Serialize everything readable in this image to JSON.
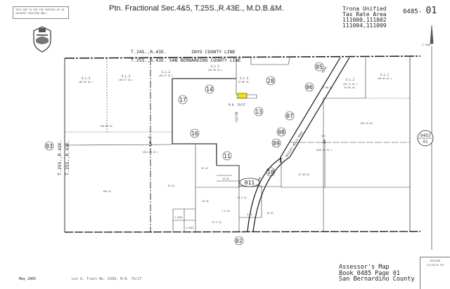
{
  "header": {
    "disclaimer": "THIS MAP IS FOR THE PURPOSE OF AD VALOREM TAXATION ONLY.",
    "title": "Ptn. Fractional Sec.4&5, T.25S.,R.43E., M.D.B.&M.",
    "district": "Trona Unified",
    "tax_rate_area_label": "Tax Rate Area",
    "tax_rate_areas_1": "111000,111002",
    "tax_rate_areas_2": "111004,111009",
    "map_number_book": "0485-",
    "map_number_page": "01",
    "scale": "1\"=800'"
  },
  "footer": {
    "date": "May 2005",
    "reference": "Lot A, Tract No. 6389, M.B. 79/27",
    "assessor_line1": "Assessor's Map",
    "assessor_line2": "Book 0485 Page 01",
    "assessor_line3": "San Bernardino County",
    "revised_label": "REVISED",
    "revised_date": "02/20/24 RH"
  },
  "map": {
    "boundaries": {
      "north_township": "T.24S.,R.43E.",
      "inyo_line": "INYO COUNTY LINE",
      "south_township": "T.25S.,R.43E. SAN BERNARDINO COUNTY LINE",
      "west_township_a": "T.25S.,R.42E.",
      "west_township_b": "T.25S.,R.43E."
    },
    "roads": {
      "colton": "COLTON",
      "trona_wells": "TRAILES WELLS ROAD",
      "trona": "TRONA",
      "road_top": "ROAD"
    },
    "lots": {
      "gl4_w": "G.L.4",
      "gl4_w_ac": "(40.26 AC.)",
      "gl3": "G.L.3",
      "gl3_ac": "(40.27 AC.)",
      "gl2_w": "G.L.2",
      "gl2_w_ac": "(40.27 AC.)",
      "gl1_w": "G.L.1",
      "gl1_w_ac": "(40.28 AC.)",
      "gl4_e": "G.L.4",
      "gl4_e_ac": "32.66 AC.",
      "gl2_e": "G.L.2",
      "gl2_e_ac": "(40.11 AC.)",
      "gl2_e_ac2": "25.63 AC.",
      "gl1_e": "G.L.1",
      "gl1_e_ac": "(40.03 AC.)",
      "mb": "M.B. 79/27"
    },
    "sections": {
      "sec5_label": "SEC.",
      "sec5_num": "5",
      "sec5_ac": "(641.09 AC.)",
      "sec4_label": "SEC.",
      "sec4_num": "4",
      "sec4_ac": "(640.56 AC.)"
    },
    "acreages": {
      "a230": "230.88 AC.",
      "a326": "326.43 AC.",
      "a160": "160 AC.",
      "a70": "70 AC.",
      "a20a": "20 AC.",
      "a10a": "10 AC.",
      "a10b": "10 AC.",
      "a22": "22.5 AC.",
      "a2_5": "2.5 AC.",
      "a2_54": "2.54AC",
      "a4_96": "4.96AC",
      "a20b": "20 AC.",
      "a42": "42.48 AC.",
      "a13": "13.06 AC.",
      "a5": "5 AC.",
      "a22_6": "22.6 AC."
    },
    "blocks": [
      "14",
      "17",
      "16",
      "11",
      "13",
      "28",
      "05",
      "06",
      "07",
      "08",
      "09",
      "10",
      "02",
      "03"
    ],
    "book_refs": {
      "ref_011": "011",
      "ref_0483_top": "0483",
      "ref_0483_bottom": "01"
    },
    "highlight_color": "#f2e600"
  }
}
